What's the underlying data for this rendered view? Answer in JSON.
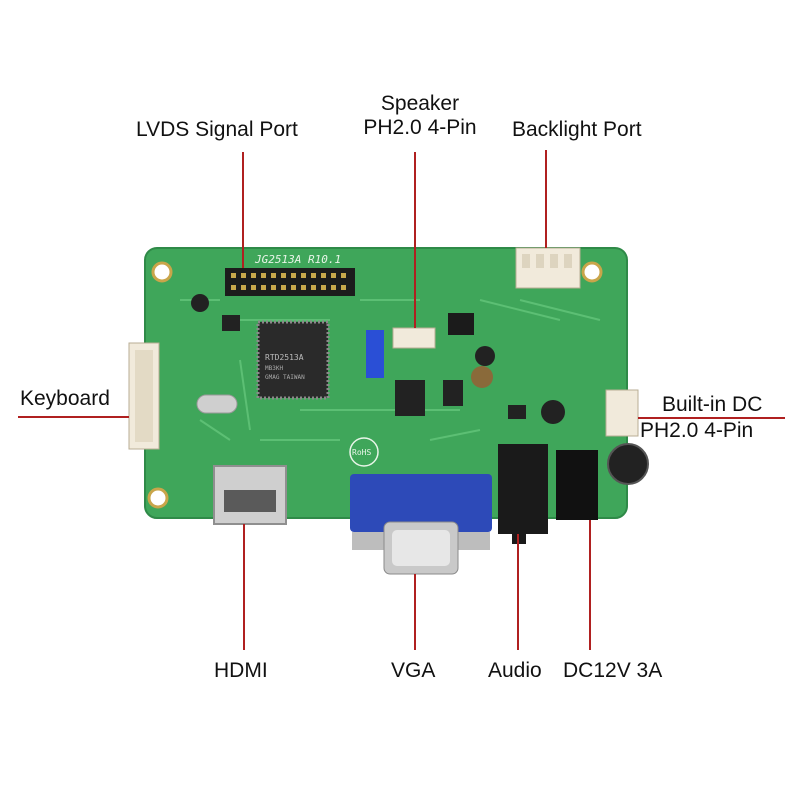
{
  "labels": {
    "lvds": "LVDS Signal Port",
    "speaker_line1": "Speaker",
    "speaker_line2": "PH2.0 4-Pin",
    "backlight": "Backlight Port",
    "keyboard": "Keyboard",
    "builtin_dc_line1": "Built-in DC",
    "builtin_dc_line2": "PH2.0 4-Pin",
    "hdmi": "HDMI",
    "vga": "VGA",
    "audio": "Audio",
    "dc12v": "DC12V 3A"
  },
  "board": {
    "silkscreen_model": "JG2513A  R10.1",
    "chip_line1": "RTD2513A",
    "chip_line2": "MB3KH",
    "chip_line3": "GMAG TAIWAN",
    "rohs_mark": "RoHS"
  },
  "colors": {
    "pcb": "#3fa65a",
    "pointer_line": "#b02020"
  }
}
